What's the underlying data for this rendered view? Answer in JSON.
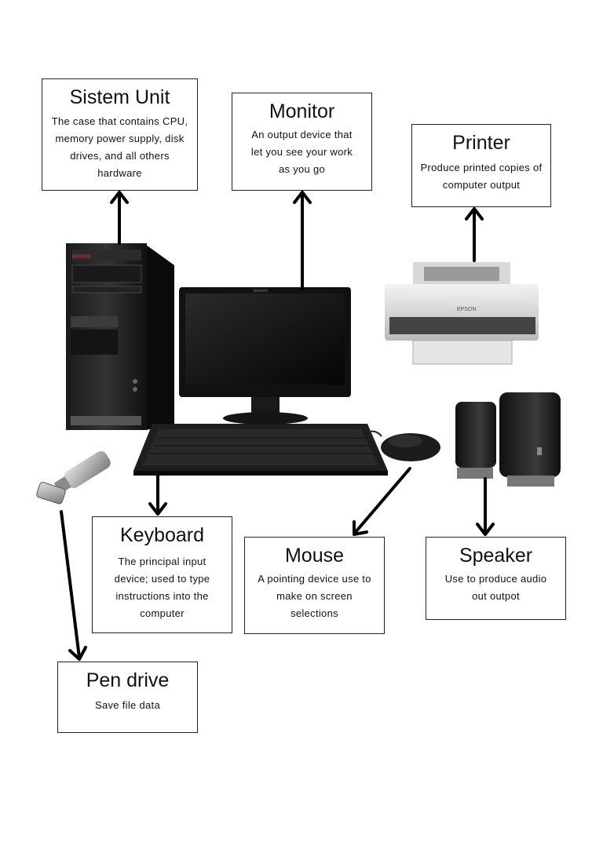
{
  "labels": {
    "system_unit": {
      "title": "Sistem Unit",
      "desc": "The case that contains CPU, memory power supply, disk drives, and all others hardware"
    },
    "monitor": {
      "title": "Monitor",
      "desc": "An output device that let you see your work as you go"
    },
    "printer": {
      "title": "Printer",
      "desc": "Produce printed copies of computer output"
    },
    "keyboard": {
      "title": "Keyboard",
      "desc": "The principal input device; used to type instructions into the computer"
    },
    "mouse": {
      "title": "Mouse",
      "desc": "A pointing device use to make on screen selections"
    },
    "speaker": {
      "title": "Speaker",
      "desc": "Use to produce audio out outpot"
    },
    "pen_drive": {
      "title": "Pen drive",
      "desc": "Save file data"
    }
  },
  "illustration": {
    "tower_brand": "lenovo",
    "monitor_brand": "lenovo",
    "printer_brand": "EPSON"
  }
}
